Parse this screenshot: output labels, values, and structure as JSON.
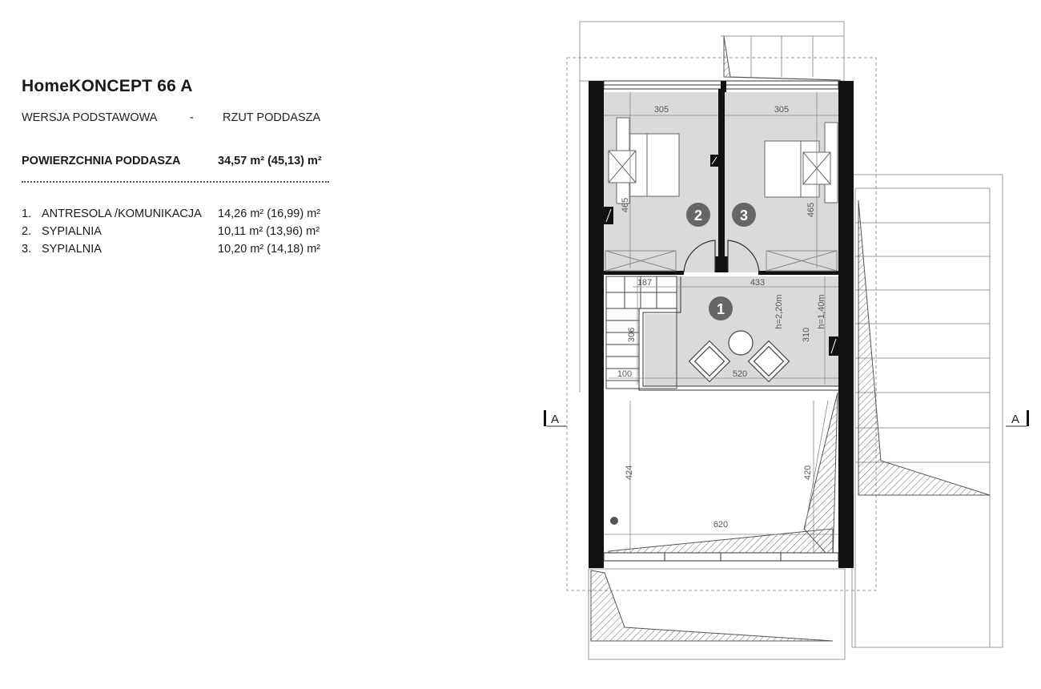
{
  "header": {
    "title": "HomeKONCEPT 66 A",
    "version": "WERSJA  PODSTAWOWA",
    "dash": "-",
    "plan_name": "RZUT PODDASZA"
  },
  "summary": {
    "label": "POWIERZCHNIA PODDASZA",
    "value": "34,57 m² (45,13) m²"
  },
  "rooms": [
    {
      "num": "1.",
      "name": "ANTRESOLA /KOMUNIKACJA",
      "area": "14,26 m² (16,99) m²"
    },
    {
      "num": "2.",
      "name": "SYPIALNIA",
      "area": "10,11 m² (13,96) m²"
    },
    {
      "num": "3.",
      "name": "SYPIALNIA",
      "area": "10,20 m² (14,18) m²"
    }
  ],
  "plan": {
    "room_markers": [
      "1",
      "2",
      "3"
    ],
    "section_marker": "A",
    "dimensions": {
      "room2_width": "305",
      "room3_width": "305",
      "room2_depth": "465",
      "room3_depth": "465",
      "landing": "187",
      "mezzanine_width_top": "433",
      "stair_depth": "306",
      "stair_width": "100",
      "mezzanine_width": "520",
      "mezzanine_depth": "310",
      "height_high": "h=2,20m",
      "height_low": "h=1,40m",
      "void_left": "424",
      "void_right": "420",
      "void_width": "620"
    },
    "colors": {
      "floor_fill": "#dadada",
      "wall": "#111111",
      "dim_line": "#888888"
    }
  }
}
